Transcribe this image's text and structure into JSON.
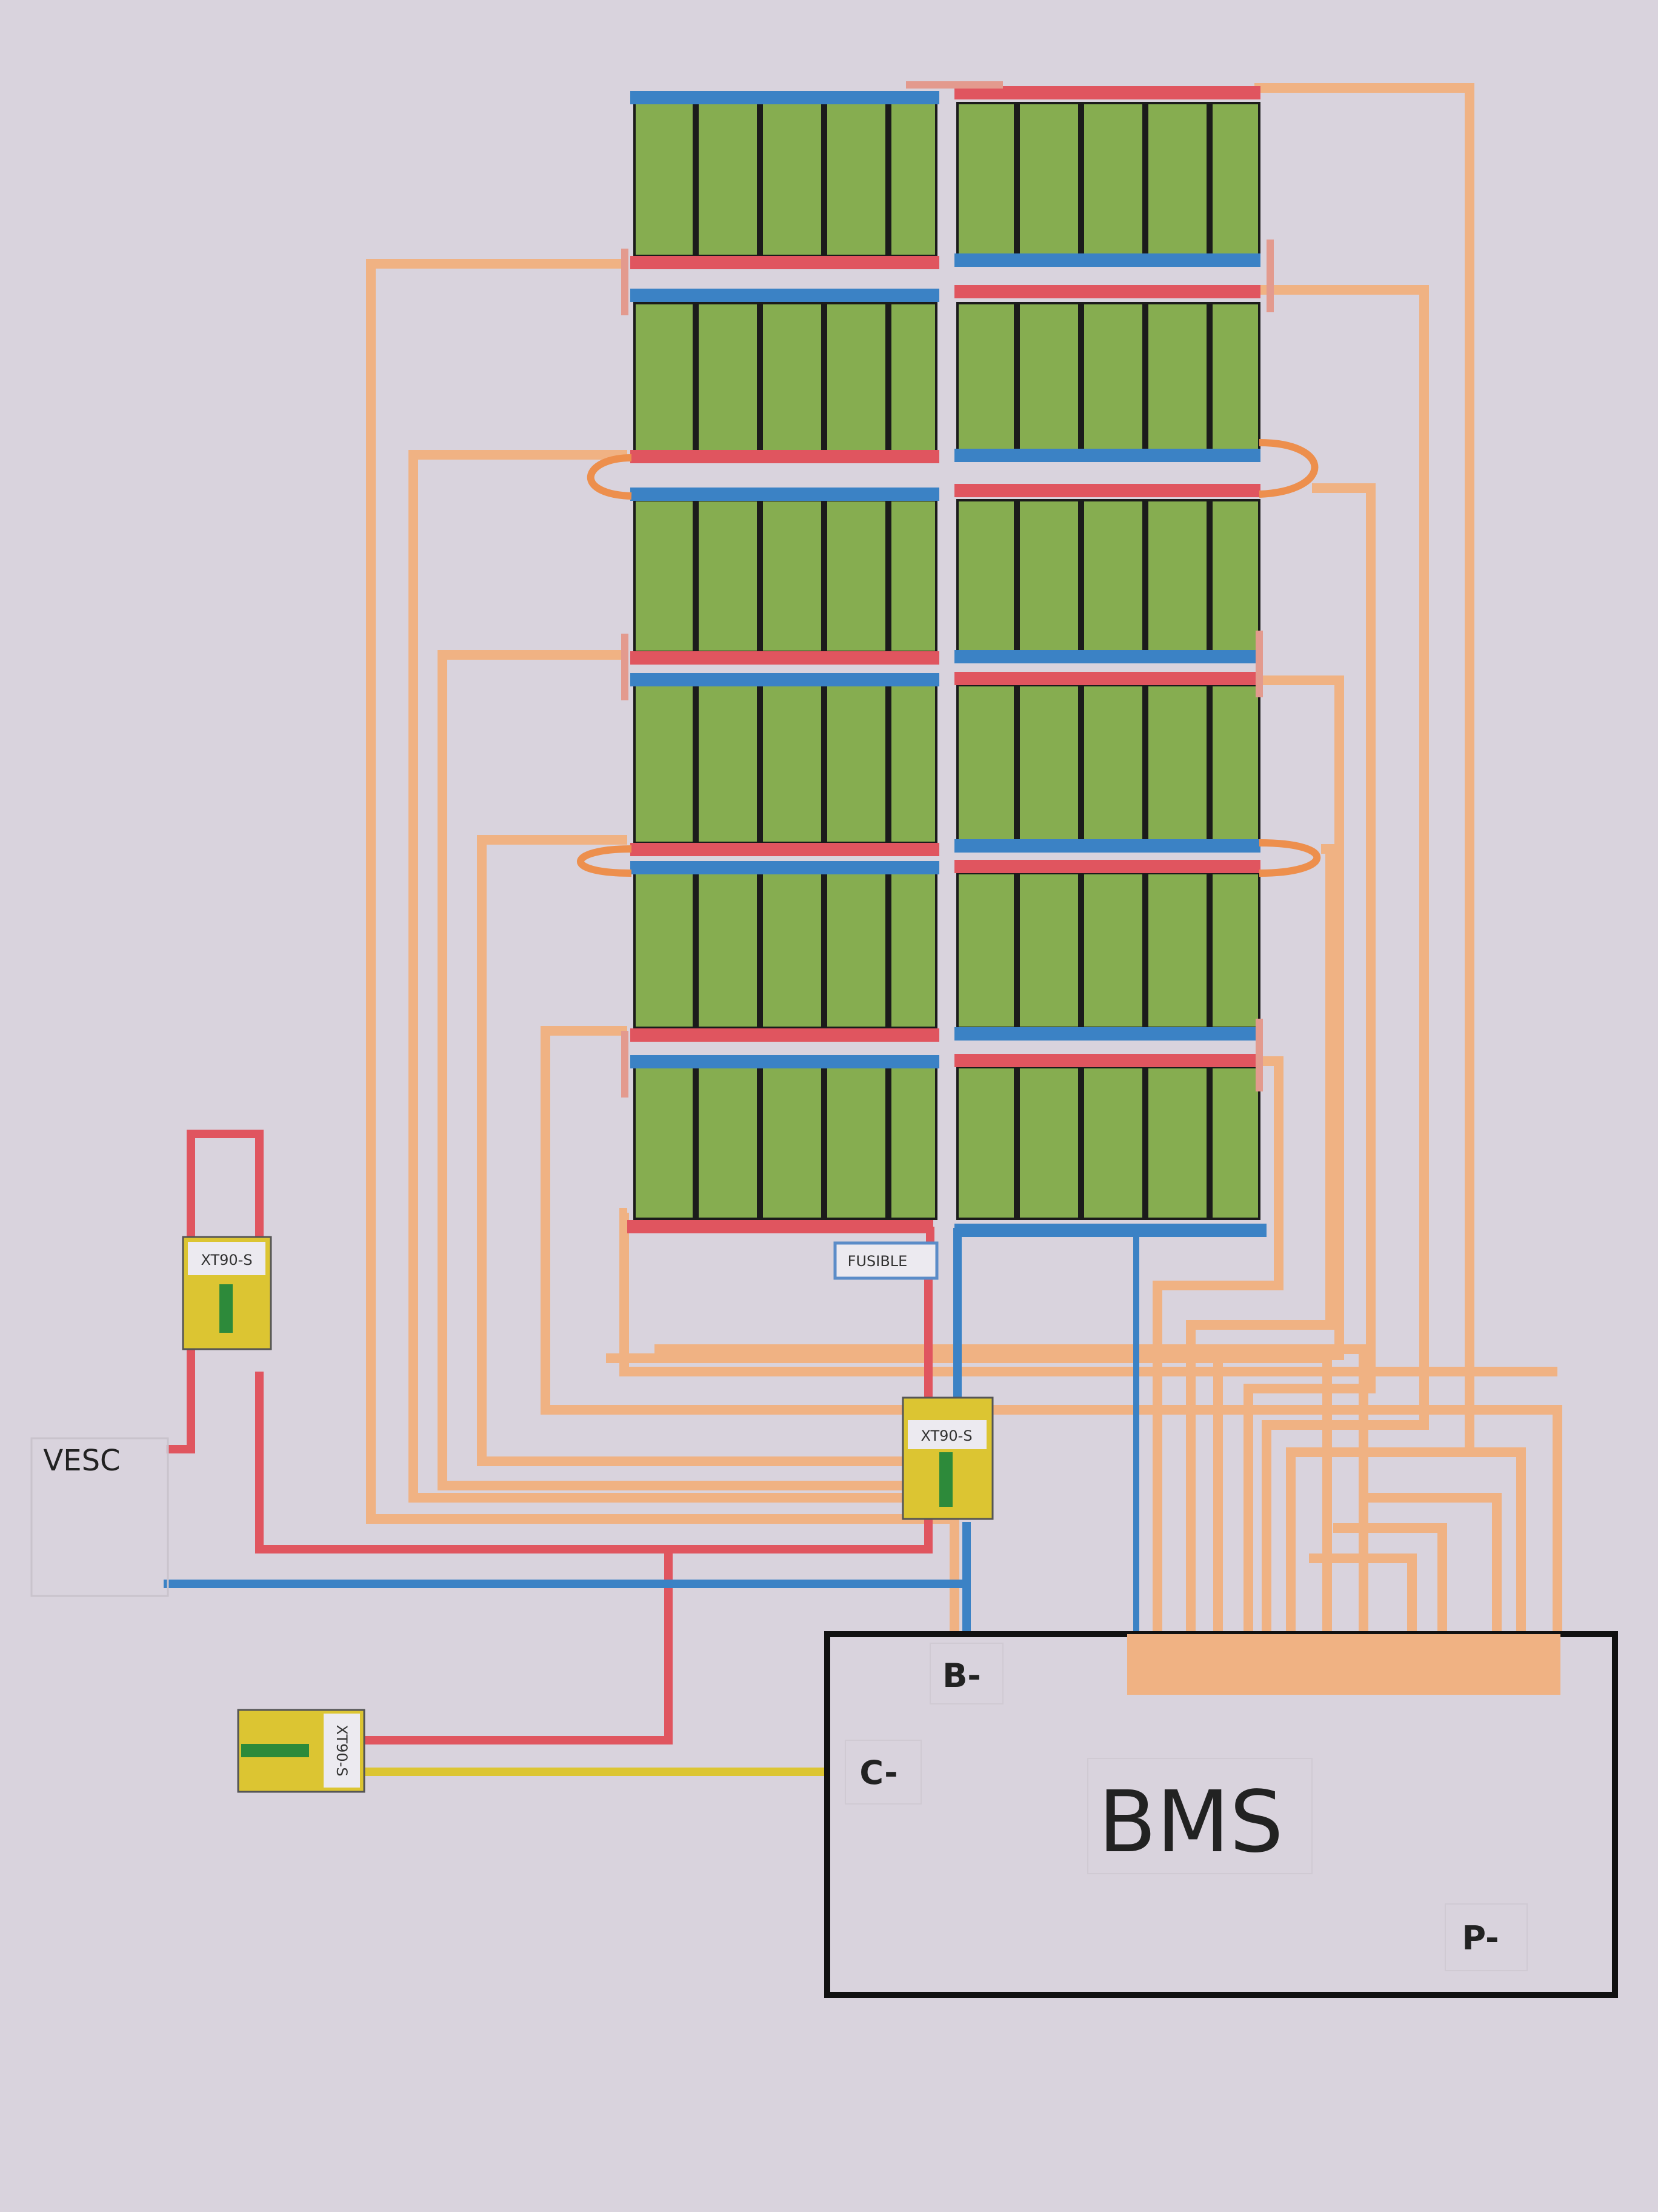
{
  "labels": {
    "vesc": "VESC",
    "bms": "BMS",
    "b_minus": "B-",
    "c_minus": "C-",
    "p_minus": "P-",
    "fuse": "FUSIBLE",
    "xt90_top": "XT90-S",
    "xt90_middle": "XT90-S",
    "xt90_bottom": "XT90-S"
  },
  "colors": {
    "paper": "#d9d3dd",
    "cell_green": "#86ad50",
    "cell_divider": "#1b1b1b",
    "strip_red": "#e0555f",
    "strip_blue": "#3b82c5",
    "balance_wire": "#f0b283",
    "connector_yellow": "#dcc532",
    "connector_pin": "#2d8a3a",
    "loop_orange": "#ed8f4d",
    "bms_border": "#111111"
  }
}
